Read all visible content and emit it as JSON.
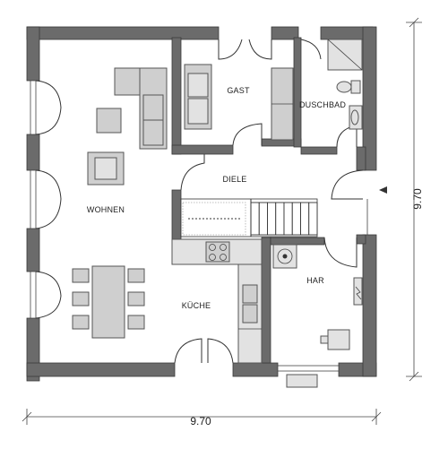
{
  "rooms": {
    "gast": "GAST",
    "duschbad": "DUSCHBAD",
    "diele": "DIELE",
    "wohnen": "WOHNEN",
    "kueche": "KÜCHE",
    "har": "HAR"
  },
  "dimensions": {
    "width": "9.70",
    "height": "9.70"
  }
}
